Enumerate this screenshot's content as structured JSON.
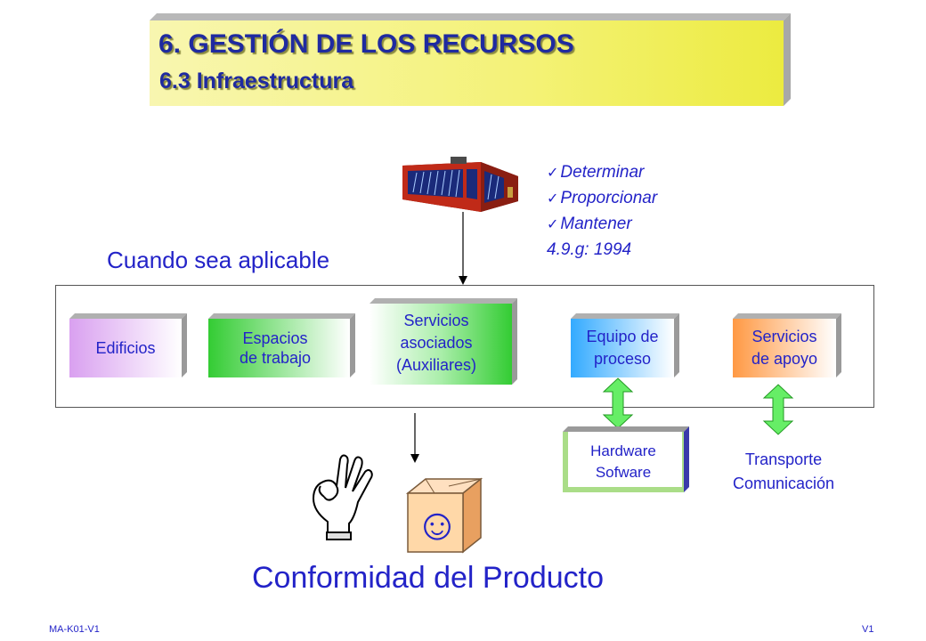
{
  "header": {
    "title": "6. GESTIÓN DE LOS RECURSOS",
    "subtitle": "6.3 Infraestructura"
  },
  "checklist": {
    "items": [
      "Determinar",
      "Proporcionar",
      "Mantener"
    ],
    "reference": "4.9.g: 1994"
  },
  "applicable_label": "Cuando sea aplicable",
  "categories": {
    "edificios": "Edificios",
    "espacios": [
      "Espacios",
      "de trabajo"
    ],
    "servicios_asociados": [
      "Servicios",
      "asociados",
      "(Auxiliares)"
    ],
    "equipo": [
      "Equipo de",
      "proceso"
    ],
    "servicios_apoyo": [
      "Servicios",
      "de apoyo"
    ]
  },
  "hardware": [
    "Hardware",
    "Sofware"
  ],
  "transporte": [
    "Transporte",
    "Comunicación"
  ],
  "smiley_glyph": "☺",
  "conclusion": "Conformidad del Producto",
  "footer": {
    "left": "MA-K01-V1",
    "right": "V1"
  },
  "colors": {
    "text_blue": "#2323c8",
    "banner_yellow": "#f4f276",
    "edificios": "#d9a0f0",
    "espacios": "#33cc33",
    "servicios_asociados": "#33cc33",
    "equipo": "#33aaff",
    "servicios_apoyo": "#ff9944",
    "arrow_green": "#66ee66"
  }
}
